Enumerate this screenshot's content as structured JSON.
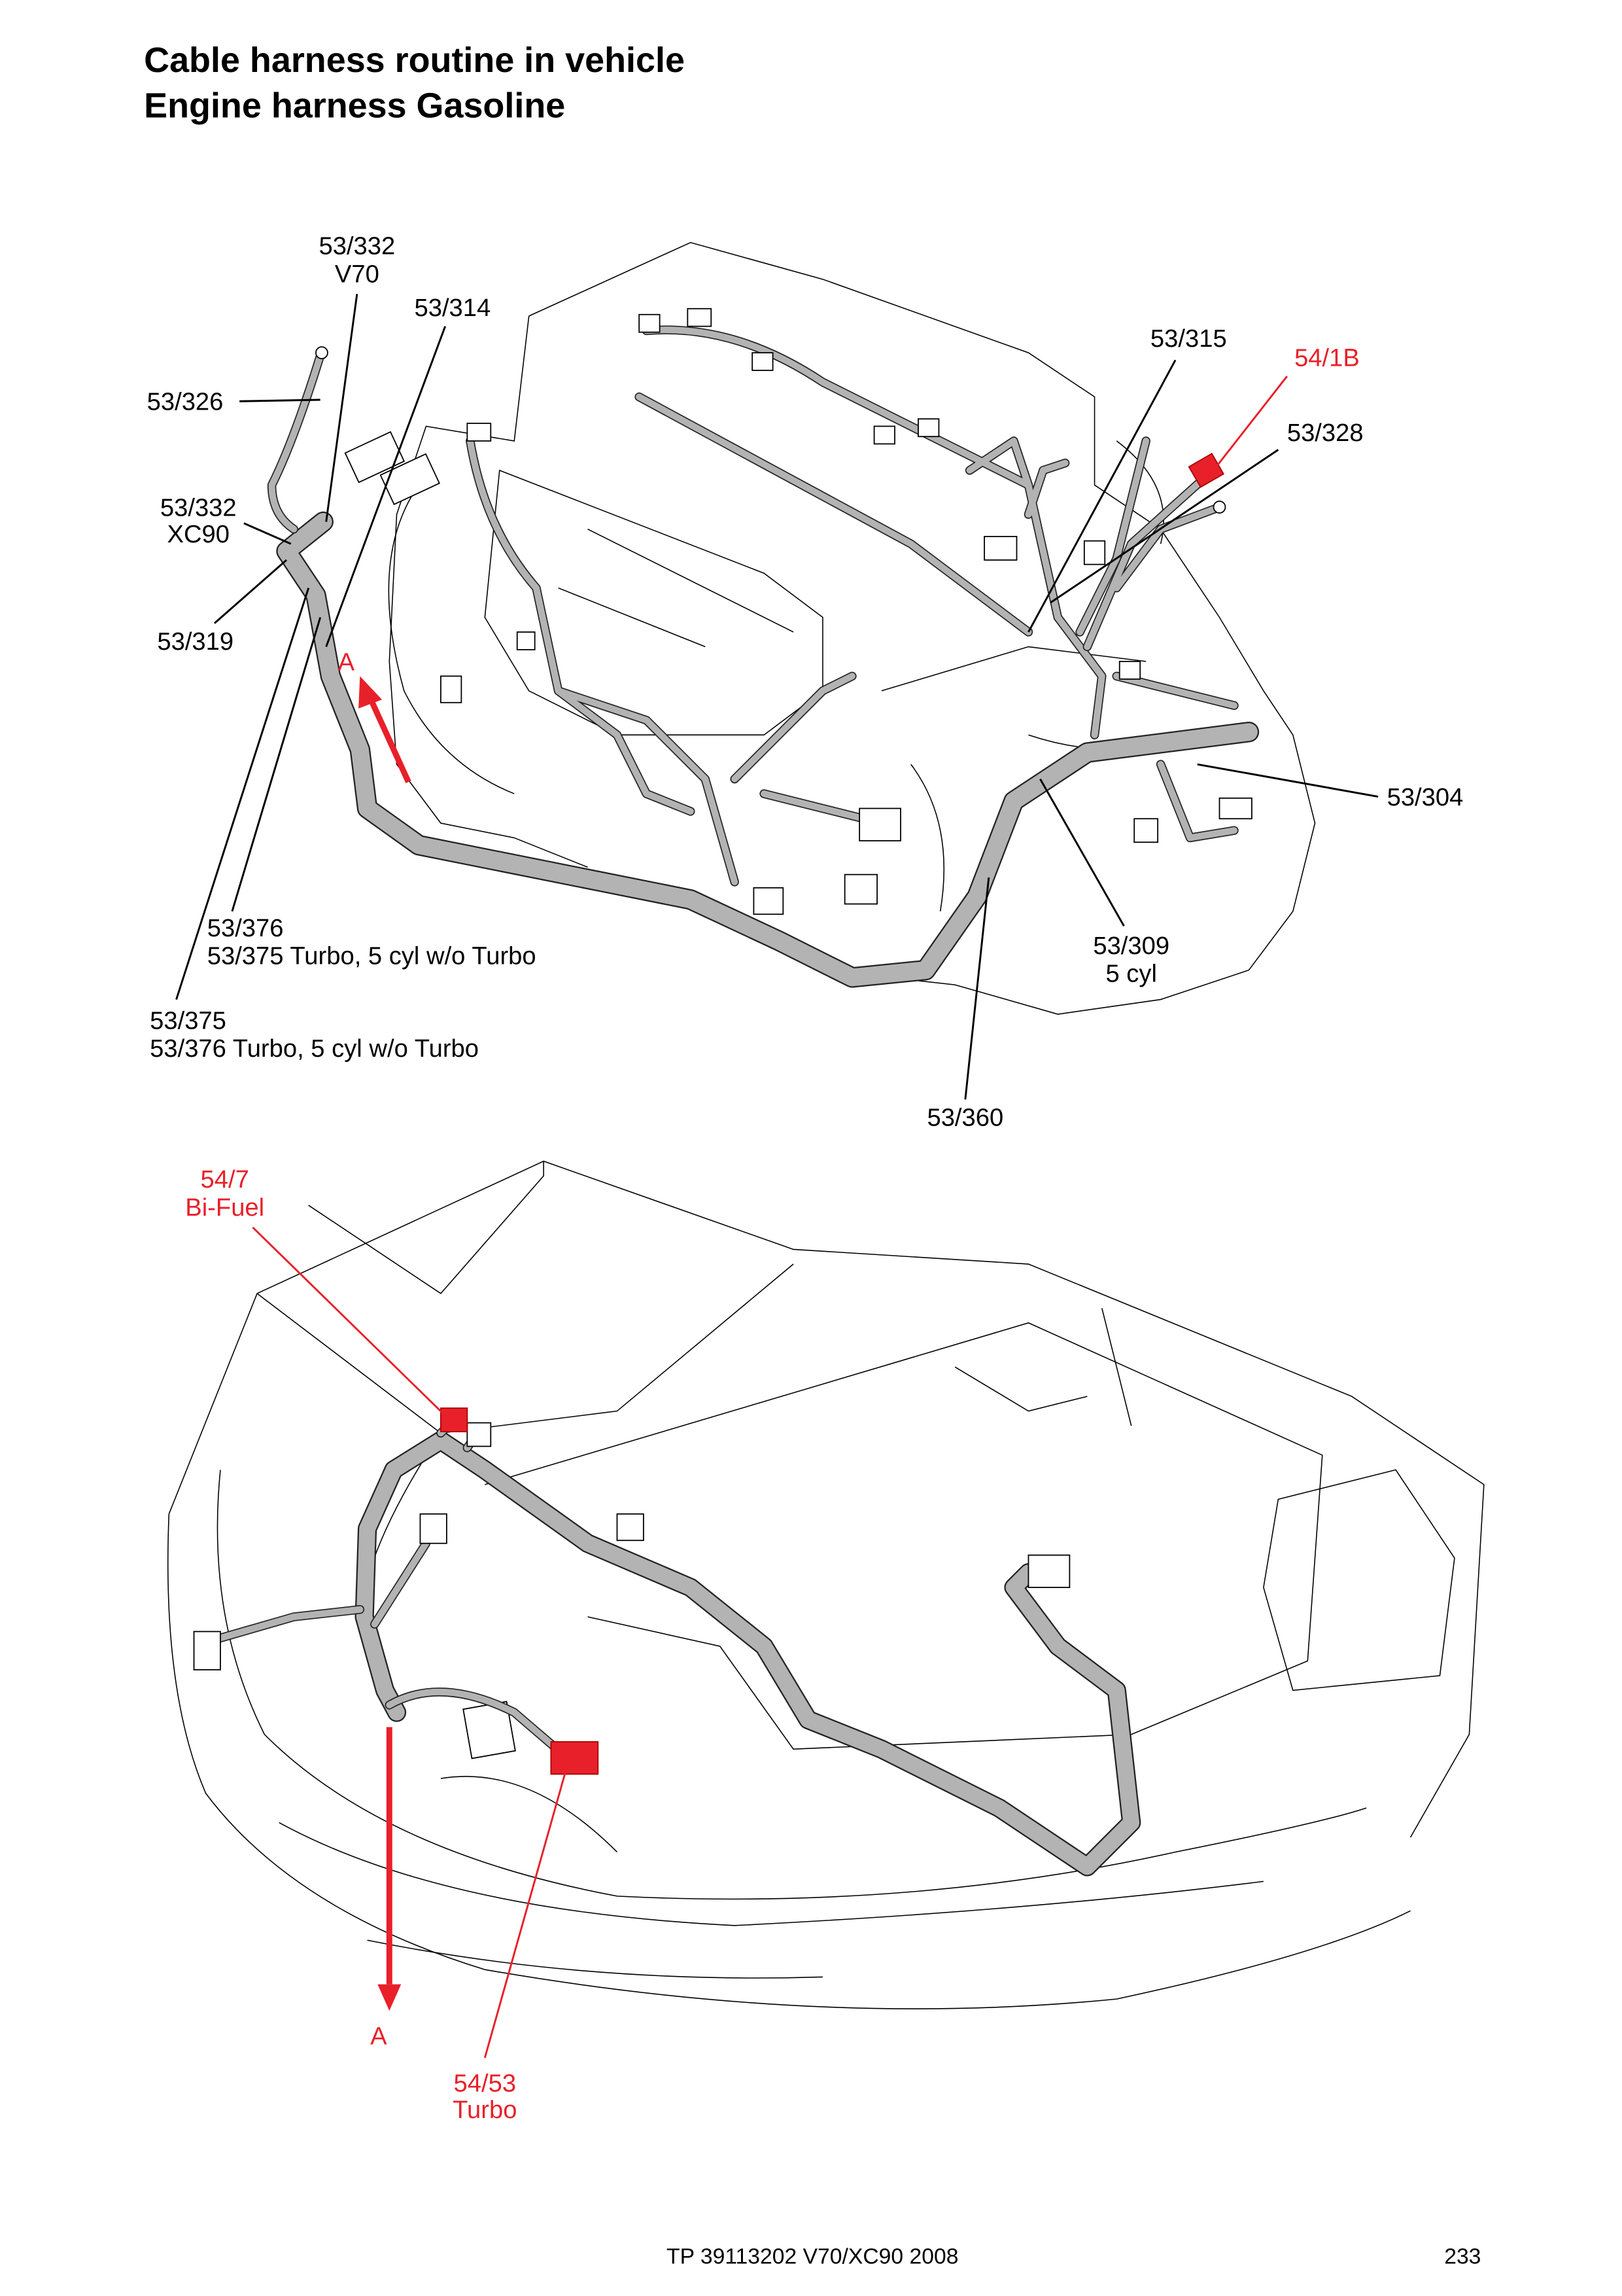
{
  "header": {
    "title_line1": "Cable harness routine in vehicle",
    "title_line2": "Engine harness Gasoline"
  },
  "engine_diagram": {
    "labels": {
      "l332_v70_a": "53/332",
      "l332_v70_b": "V70",
      "l314": "53/314",
      "l326": "53/326",
      "l332_xc90_a": "53/332",
      "l332_xc90_b": "XC90",
      "l319": "53/319",
      "l315": "53/315",
      "l54_1b": "54/1B",
      "l328": "53/328",
      "l304": "53/304",
      "l309_a": "53/309",
      "l309_b": "5 cyl",
      "l376_a": "53/376",
      "l376_b": "53/375 Turbo, 5 cyl w/o Turbo",
      "l375_a": "53/375",
      "l375_b": "53/376 Turbo, 5 cyl w/o Turbo",
      "l360": "53/360",
      "arrow_a": "A"
    }
  },
  "vehicle_diagram": {
    "labels": {
      "l54_7_a": "54/7",
      "l54_7_b": "Bi-Fuel",
      "arrow_a": "A",
      "l54_53_a": "54/53",
      "l54_53_b": "Turbo"
    }
  },
  "footer": {
    "doc_ref": "TP 39113202 V70/XC90 2008",
    "page_number": "233"
  },
  "colors": {
    "highlight": "#e8202a",
    "harness": "#b3b3b3"
  }
}
